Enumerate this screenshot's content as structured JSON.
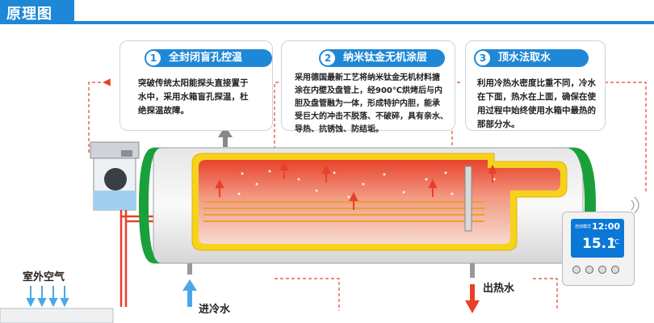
{
  "header": {
    "title": "原理图"
  },
  "callouts": [
    {
      "num": "1",
      "title": "全封闭盲孔控温",
      "body": "突破传统太阳能探头直接置于\n水中，采用水箱盲孔探温，杜\n绝探温故障。"
    },
    {
      "num": "2",
      "title": "纳米钛金无机涂层",
      "body": "采用德国最新工艺将纳米钛金无机材料搪\n涂在内壁及盘管上，经900℃烘烤后与内\n胆及盘管融为一体，形成特护内胆，能承\n受巨大的冲击不脱落、不破碎，具有亲水、\n导热、抗锈蚀、防结垢。"
    },
    {
      "num": "3",
      "title": "顶水法取水",
      "body": "利用冷热水密度比重不同，冷水\n在下面，热水在上面，确保在使\n用过程中始终使用水箱中最热的\n那部分水。"
    }
  ],
  "labels": {
    "outdoor_air": "室外空气",
    "cold_in": "进冷水",
    "hot_out": "出热水"
  },
  "thermostat": {
    "mode": "自动模式",
    "time": "12:00",
    "temp": "15.1",
    "unit": "℃"
  },
  "colors": {
    "accent": "#1e88d6",
    "tank_green": "#1aa03a",
    "coating": "#f7d21c",
    "hot": "#e8402a",
    "cold_arrow": "#4aa8e6"
  }
}
